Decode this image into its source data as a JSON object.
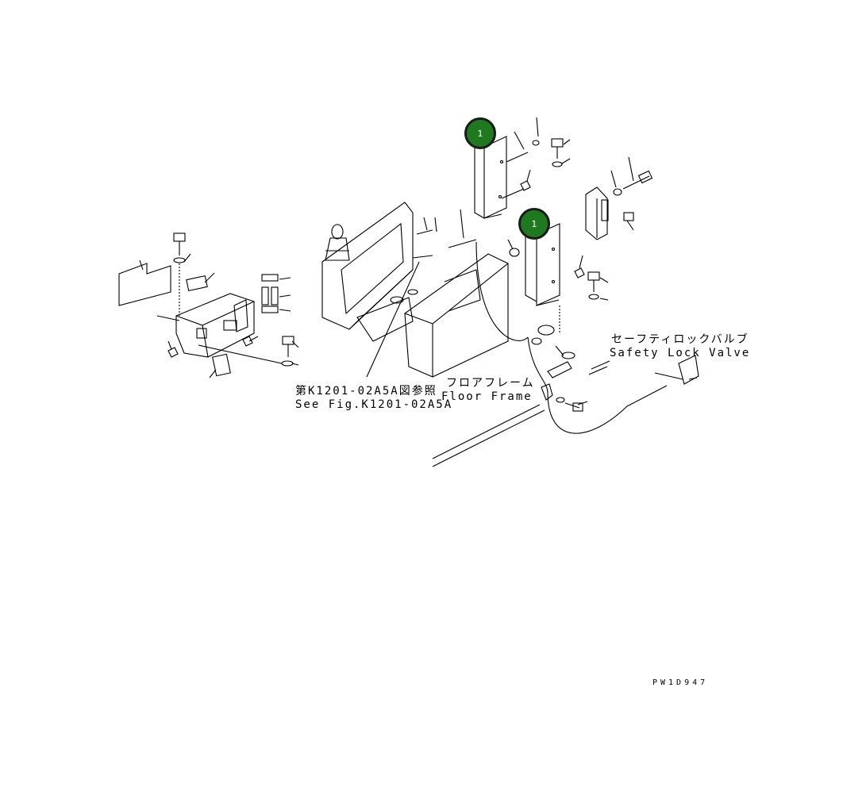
{
  "callouts": [
    {
      "number": "1"
    },
    {
      "number": "1"
    }
  ],
  "labels": {
    "safety_lock_valve_ja": "セーフティロックバルブ",
    "safety_lock_valve_en": "Safety Lock Valve",
    "see_fig_ja": "第K1201-02A5A図参照",
    "see_fig_en": "See Fig.K1201-02A5A",
    "floor_frame_ja": "フロアフレーム",
    "floor_frame_en": "Floor Frame",
    "drawing_code": "PW1D947"
  },
  "colors": {
    "callout_fill": "#1f7a1f",
    "callout_border": "#1a1a1a",
    "line": "#000000"
  }
}
